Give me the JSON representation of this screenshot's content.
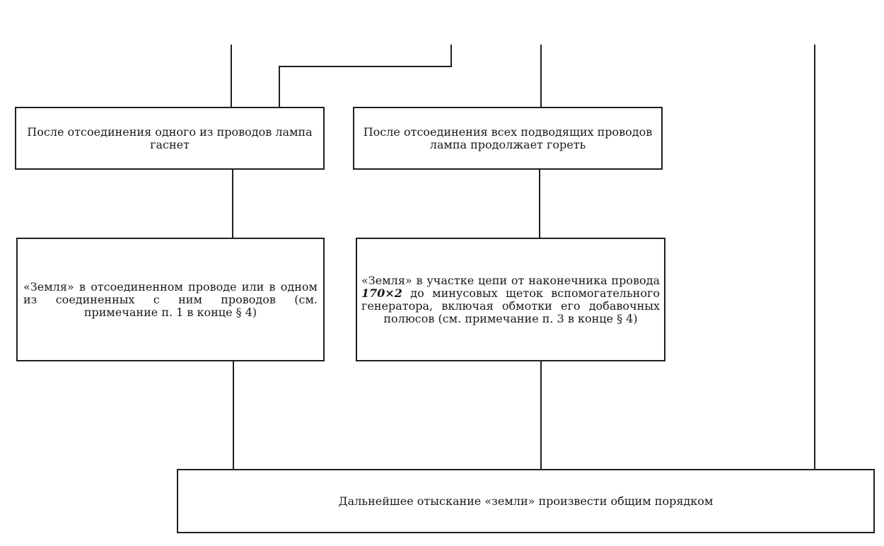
{
  "boxes": {
    "lamp_off": "После отсоединения одного из проводов лампа гаснет",
    "lamp_on": "После отсоединения всех подводящих проводов лампа продолжает гореть",
    "ground_wire": "«Земля» в отсоединенном проводе или в одном из соединенных с ним проводов (см. примечание п. 1 в конце § 4)",
    "ground_circuit": {
      "part1": "«Земля» в участке цепи от наконечника провода ",
      "wire_mark": "170×2",
      "part2": " до минусовых щеток вспомогательного генератора, включая обмотки его добавочных полюсов (см. примечание п. 3 в конце § 4)"
    },
    "final": "Дальнейшее отыскание «земли» произвести общим порядком"
  },
  "colors": {
    "line": "#1f1f1f",
    "text": "#1a1a1a",
    "background": "#ffffff"
  }
}
